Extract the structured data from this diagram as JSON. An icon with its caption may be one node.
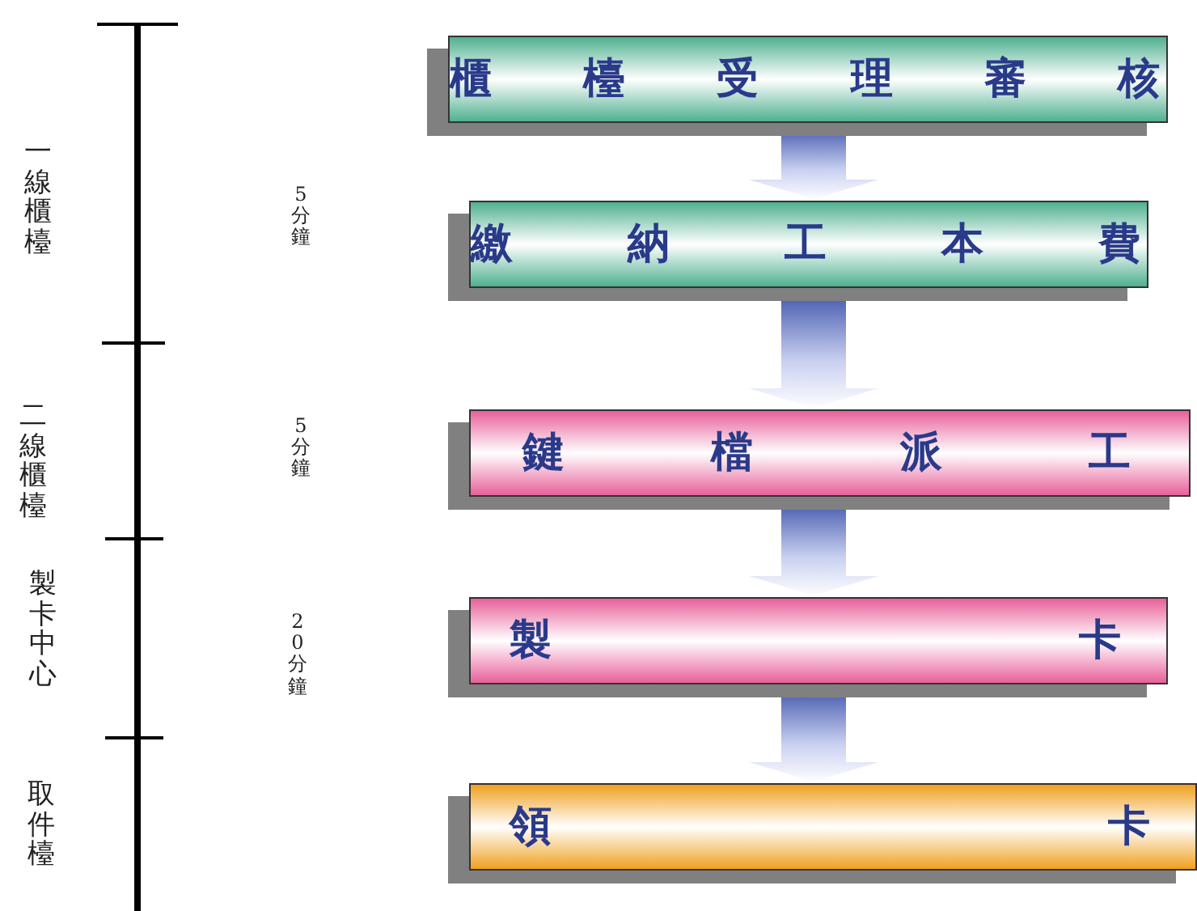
{
  "diagram": {
    "nodes": [
      {
        "text": [
          "櫃檯受理審核"
        ]
      },
      {
        "text": [
          "繳納工本費"
        ]
      },
      {
        "text": [
          "鍵 檔 派 工"
        ]
      },
      {
        "text": [
          "製 卡"
        ]
      },
      {
        "text": [
          "領 卡"
        ]
      }
    ],
    "edges": [
      {
        "from": 0,
        "to": 1,
        "arrow": "to"
      },
      {
        "from": 1,
        "to": 2,
        "arrow": "to"
      },
      {
        "from": 2,
        "to": 3,
        "arrow": "to"
      },
      {
        "from": 3,
        "to": 4,
        "arrow": "to"
      }
    ],
    "labels": [
      "一線櫃檯",
      "5分鐘",
      "二線櫃檯",
      "5分鐘",
      "製卡中心",
      "20分鐘",
      "取件檯"
    ]
  }
}
